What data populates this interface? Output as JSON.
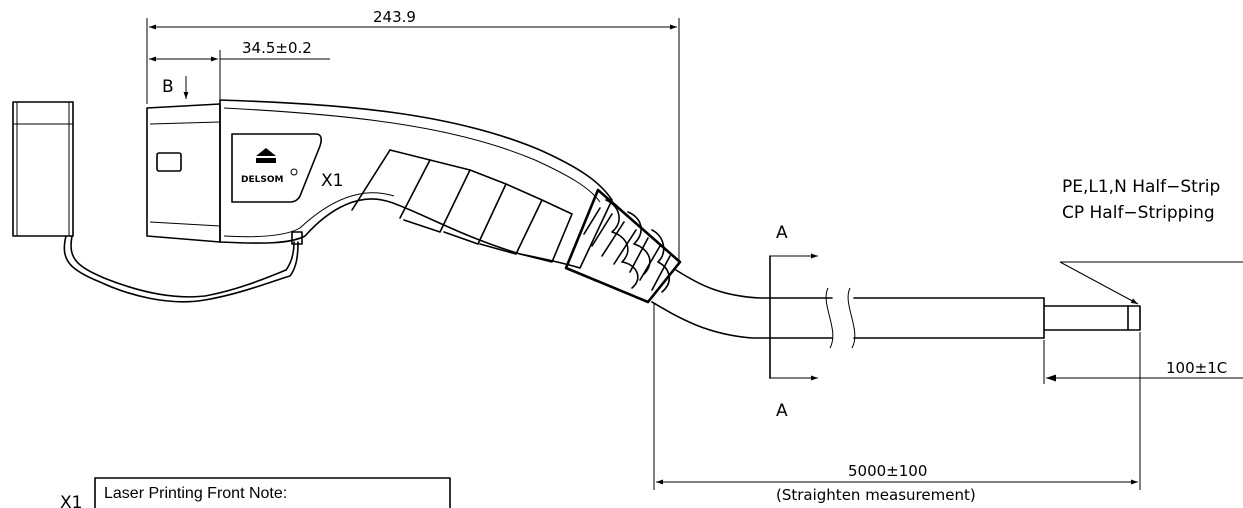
{
  "dimensions": {
    "overall_length": "243.9",
    "head_length": "34.5±0.2",
    "cable_length": "5000±100",
    "cable_length_note": "(Straighten measurement)",
    "strip_length": "100±1C"
  },
  "labels": {
    "view_b": "B",
    "section_a_top": "A",
    "section_a_bottom": "A",
    "connector_id": "X1",
    "connector_id_clipped": "X1",
    "logo_text": "DELSOM",
    "note_title": "Laser Printing Front Note:"
  },
  "notes": {
    "strip_line1": "PE,L1,N  Half−Strip",
    "strip_line2": "CP  Half−Stripping"
  }
}
